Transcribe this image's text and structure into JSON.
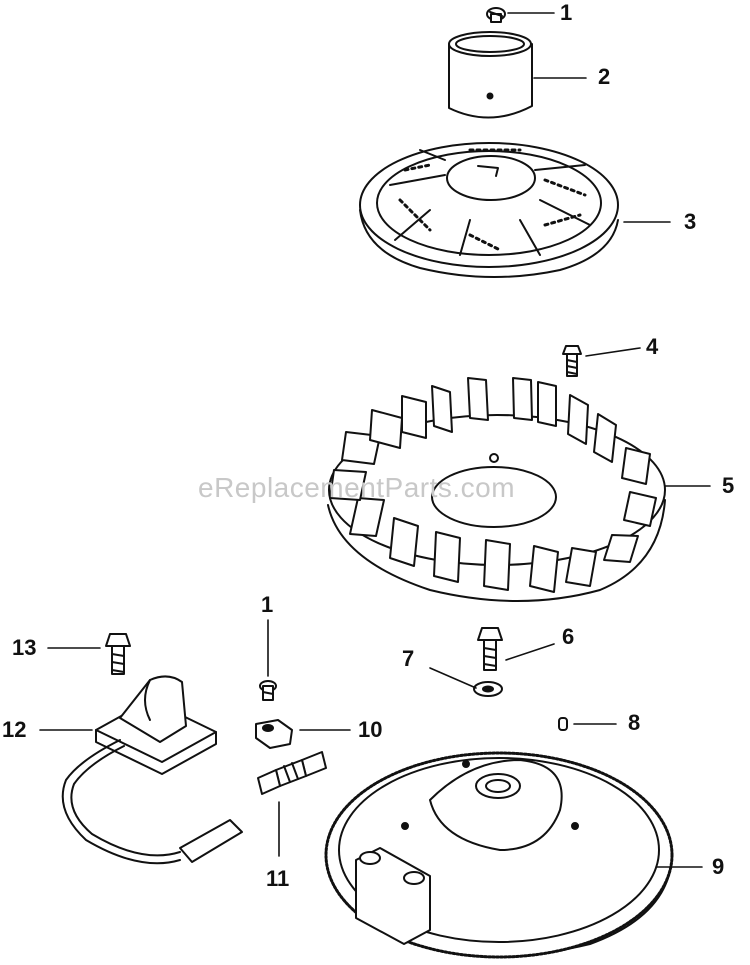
{
  "watermark": "eReplacementParts.com",
  "callouts": [
    {
      "id": "c1a",
      "label": "1"
    },
    {
      "id": "c2",
      "label": "2"
    },
    {
      "id": "c3",
      "label": "3"
    },
    {
      "id": "c4",
      "label": "4"
    },
    {
      "id": "c5",
      "label": "5"
    },
    {
      "id": "c1b",
      "label": "1"
    },
    {
      "id": "c6",
      "label": "6"
    },
    {
      "id": "c7",
      "label": "7"
    },
    {
      "id": "c8",
      "label": "8"
    },
    {
      "id": "c9",
      "label": "9"
    },
    {
      "id": "c10",
      "label": "10"
    },
    {
      "id": "c11",
      "label": "11"
    },
    {
      "id": "c12",
      "label": "12"
    },
    {
      "id": "c13",
      "label": "13"
    }
  ]
}
